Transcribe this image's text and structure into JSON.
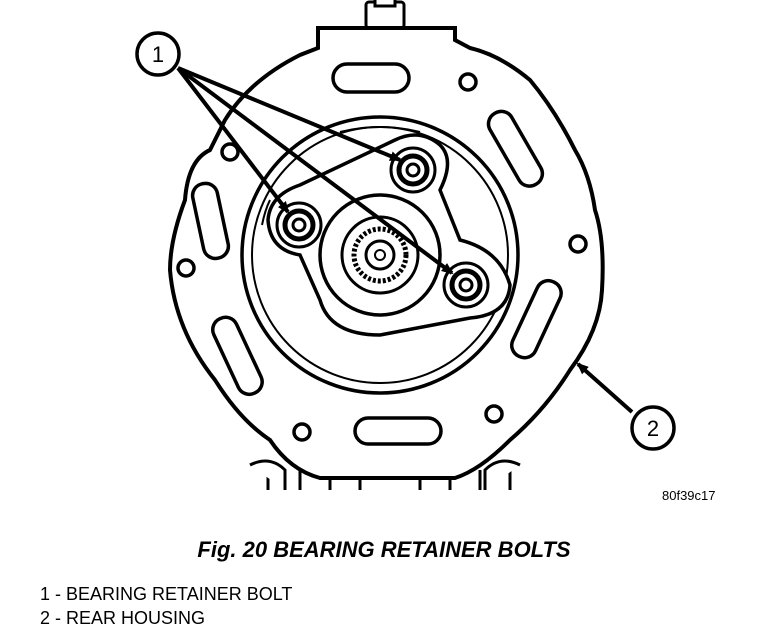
{
  "figure": {
    "callouts": [
      {
        "number": "1"
      },
      {
        "number": "2"
      }
    ],
    "image_code": "80f39c17"
  },
  "caption": "Fig. 20 BEARING RETAINER BOLTS",
  "legend": [
    "1 - BEARING RETAINER BOLT",
    "2 - REAR HOUSING"
  ]
}
